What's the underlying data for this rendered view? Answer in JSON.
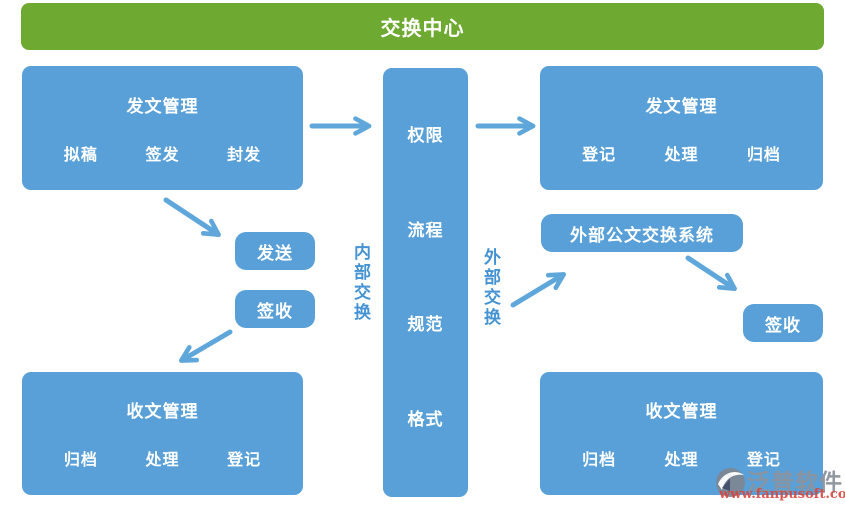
{
  "banner": {
    "title": "交换中心"
  },
  "boxes": {
    "outgoing_left": {
      "title": "发文管理",
      "items": [
        "拟稿",
        "签发",
        "封发"
      ]
    },
    "outgoing_right": {
      "title": "发文管理",
      "items": [
        "登记",
        "处理",
        "归档"
      ]
    },
    "incoming_left": {
      "title": "收文管理",
      "items": [
        "归档",
        "处理",
        "登记"
      ]
    },
    "incoming_right": {
      "title": "收文管理",
      "items": [
        "归档",
        "处理",
        "登记"
      ]
    },
    "center_column": {
      "items": [
        "权限",
        "流程",
        "规范",
        "格式"
      ]
    },
    "send_label": "发送",
    "sign_left_label": "签收",
    "external_system_label": "外部公文交换系统",
    "sign_right_label": "签收"
  },
  "flow_labels": {
    "internal": "内部交换",
    "external": "外部交换"
  },
  "watermark": {
    "brand": "泛普软件",
    "url": "www.fanpusoft.com"
  },
  "colors": {
    "banner_green": "#6EAA31",
    "box_blue": "#58A0D7",
    "arrow_blue": "#5FA7DB",
    "flow_label_blue": "#4593D3",
    "watermark_gray": "#8D939E",
    "watermark_red": "#D8453E",
    "text_white": "#FFFFFF"
  }
}
